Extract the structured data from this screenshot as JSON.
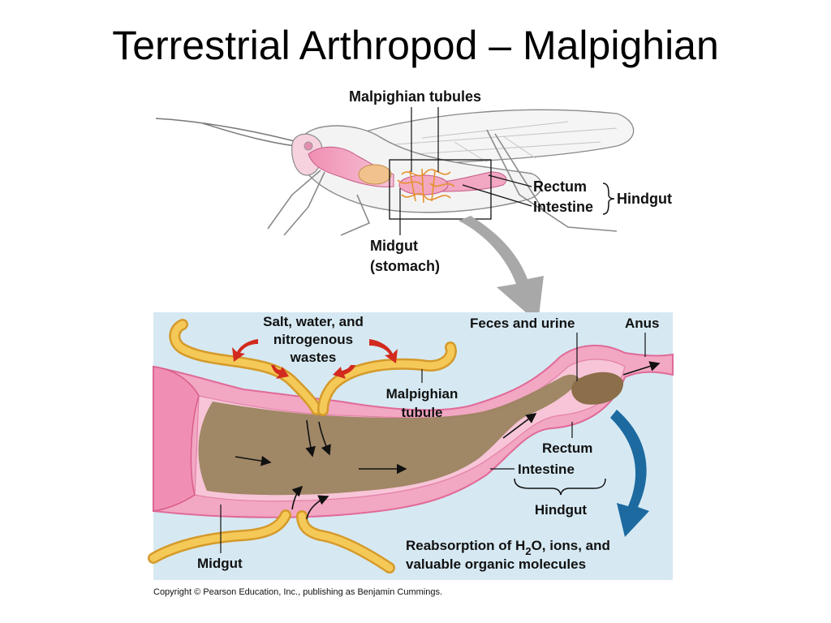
{
  "title": "Terrestrial Arthropod – Malpighian",
  "top_diagram": {
    "malpighian_tubules": "Malpighian tubules",
    "rectum": "Rectum",
    "intestine": "Intestine",
    "hindgut": "Hindgut",
    "midgut_line1": "Midgut",
    "midgut_line2": "(stomach)"
  },
  "bottom_diagram": {
    "salt_line1": "Salt, water, and",
    "salt_line2": "nitrogenous",
    "salt_line3": "wastes",
    "feces_urine": "Feces and urine",
    "anus": "Anus",
    "malpighian_line1": "Malpighian",
    "malpighian_line2": "tubule",
    "rectum": "Rectum",
    "intestine": "Intestine",
    "hindgut": "Hindgut",
    "midgut": "Midgut",
    "reabsorption_line1": "Reabsorption of H",
    "reabsorption_sub": "2",
    "reabsorption_line1_end": "O, ions, and",
    "reabsorption_line2": "valuable organic molecules"
  },
  "copyright": "Copyright © Pearson Education, Inc., publishing as Benjamin Cummings.",
  "colors": {
    "panel_bg": "#d6e9f3",
    "gut_pink": "#f2a7c3",
    "gut_wall": "#e97fa8",
    "contents": "#9b8460",
    "tubule": "#f3c045",
    "red_arrow": "#d22a1f",
    "blue_arrow": "#1c6aa0",
    "gray_arrow": "#a8a8a8"
  }
}
